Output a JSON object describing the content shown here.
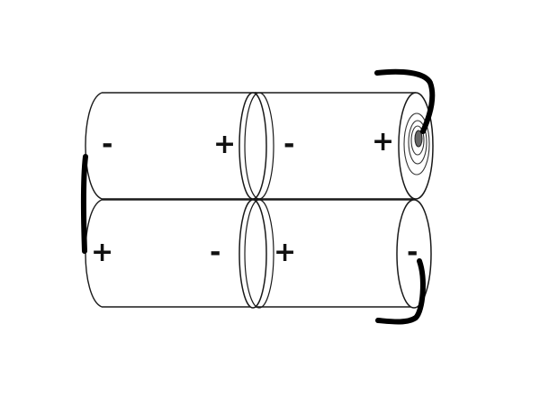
{
  "cells": [
    {
      "id": "top-left",
      "left_sign": "-",
      "right_sign": "+"
    },
    {
      "id": "top-right",
      "left_sign": "-",
      "right_sign": "+"
    },
    {
      "id": "bottom-left",
      "left_sign": "+",
      "right_sign": "-"
    },
    {
      "id": "bottom-right",
      "left_sign": "+",
      "right_sign": "-"
    }
  ],
  "colors": {
    "outline": "#1a1a1a",
    "wire": "#000000",
    "background": "#ffffff"
  }
}
